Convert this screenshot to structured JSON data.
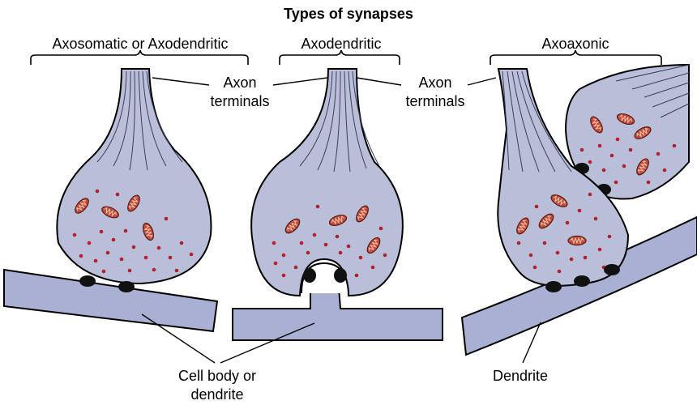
{
  "title": "Types of synapses",
  "groups": [
    {
      "label": "Axosomatic or Axodendritic"
    },
    {
      "label": "Axodendritic"
    },
    {
      "label": "Axoaxonic"
    }
  ],
  "callouts": {
    "axon_terminals_1_line1": "Axon",
    "axon_terminals_1_line2": "terminals",
    "axon_terminals_2_line1": "Axon",
    "axon_terminals_2_line2": "terminals",
    "cell_body_line1": "Cell body or",
    "cell_body_line2": "dendrite",
    "dendrite": "Dendrite"
  },
  "colors": {
    "terminal_fill": "#b9bfd9",
    "postsynaptic_fill": "#a9b0d3",
    "mitochondria": "#c04a3e",
    "vesicles": "#b3222a"
  }
}
